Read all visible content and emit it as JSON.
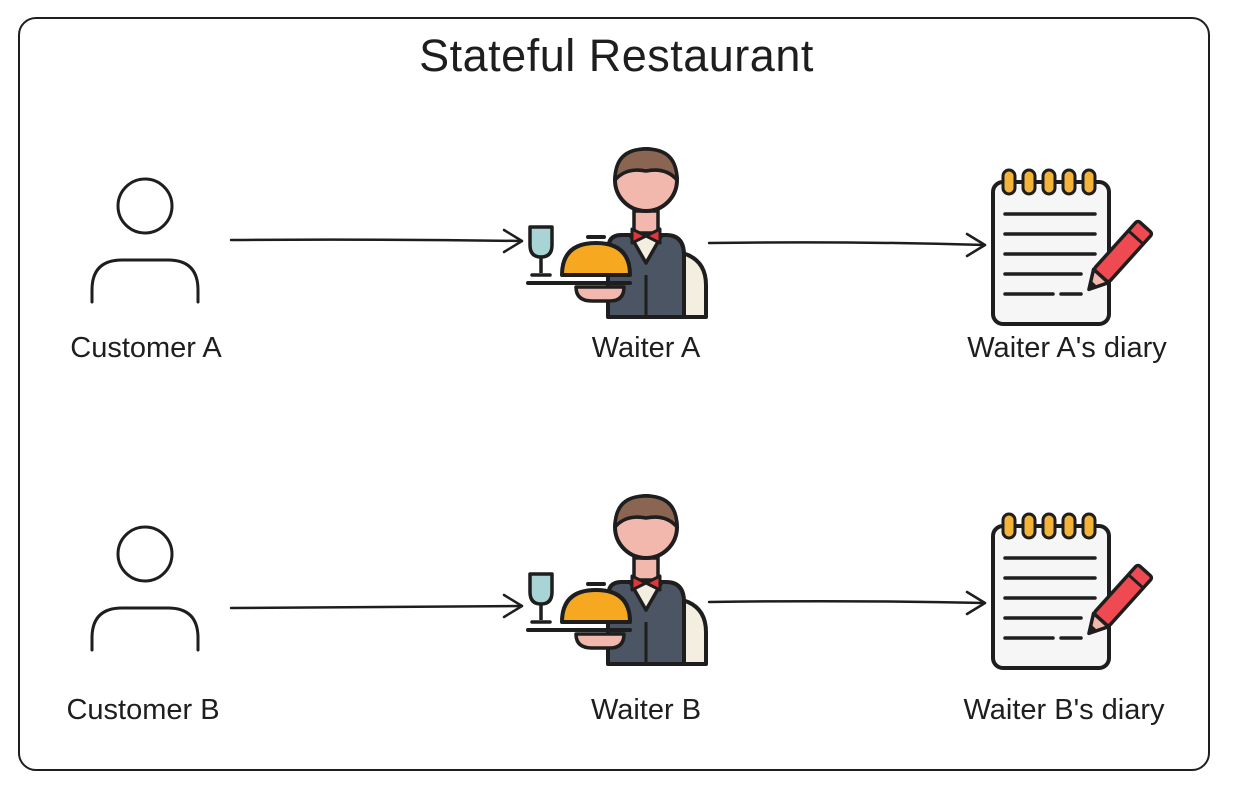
{
  "title": "Stateful Restaurant",
  "rows": [
    {
      "customer": "Customer A",
      "waiter": "Waiter A",
      "diary": "Waiter A's diary"
    },
    {
      "customer": "Customer B",
      "waiter": "Waiter B",
      "diary": "Waiter B's diary"
    }
  ],
  "colors": {
    "stroke": "#1e1e1e",
    "waiter_vest": "#4b5563",
    "waiter_shirt": "#f3eee0",
    "waiter_skin": "#f2b8ad",
    "waiter_hair": "#8a6652",
    "bowtie": "#e2353c",
    "cloche": "#f6a821",
    "glass": "#a9d4d6",
    "notebook_rings": "#f4b43a",
    "pencil": "#ef4a52"
  }
}
